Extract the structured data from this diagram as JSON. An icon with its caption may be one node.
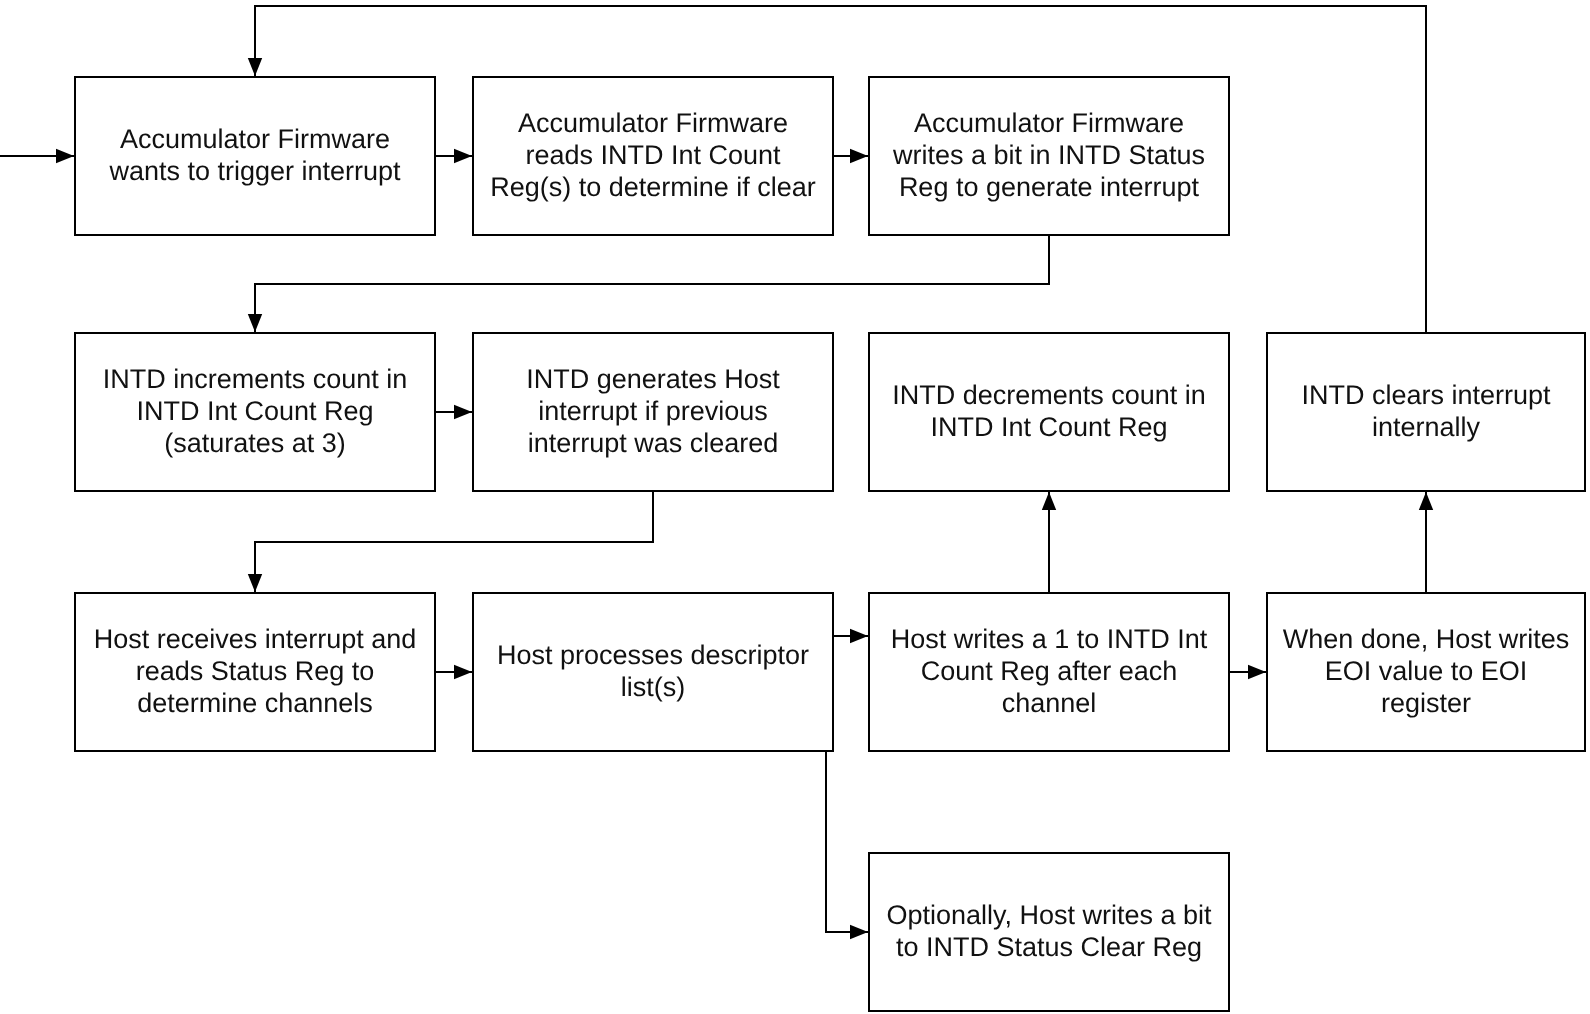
{
  "diagram": {
    "nodes": [
      {
        "text": [
          "Accumulator Firmware wants to trigger interrupt"
        ]
      },
      {
        "text": [
          "Accumulator Firmware reads INTD Int Count Reg(s) to determine if clear"
        ]
      },
      {
        "text": [
          "Accumulator Firmware writes a bit in INTD Status Reg to generate interrupt"
        ]
      },
      {
        "text": [
          "INTD increments count in INTD Int Count Reg (saturates at 3)"
        ]
      },
      {
        "text": [
          "INTD generates Host interrupt if previous interrupt was cleared"
        ]
      },
      {
        "text": [
          "INTD decrements count in INTD Int Count Reg"
        ]
      },
      {
        "text": [
          "INTD clears interrupt internally"
        ]
      },
      {
        "text": [
          "Host receives interrupt and reads Status Reg to determine channels"
        ]
      },
      {
        "text": [
          "Host processes descriptor list(s)"
        ]
      },
      {
        "text": [
          "Host writes a 1 to INTD Int Count Reg after each channel"
        ]
      },
      {
        "text": [
          "When done, Host writes EOI value to EOI register"
        ]
      },
      {
        "text": [
          "Optionally, Host writes a bit to INTD Status Clear Reg"
        ]
      }
    ],
    "edges": [
      {
        "from": null,
        "to": 0,
        "arrow": "to"
      },
      {
        "from": 0,
        "to": 1,
        "arrow": "to"
      },
      {
        "from": 1,
        "to": 2,
        "arrow": "to"
      },
      {
        "from": 2,
        "to": 3,
        "arrow": "to"
      },
      {
        "from": 3,
        "to": 4,
        "arrow": "to"
      },
      {
        "from": 4,
        "to": 7,
        "arrow": "to"
      },
      {
        "from": 7,
        "to": 8,
        "arrow": "to"
      },
      {
        "from": 8,
        "to": 9,
        "arrow": "to"
      },
      {
        "from": 8,
        "to": 11,
        "arrow": "to"
      },
      {
        "from": 9,
        "to": 5,
        "arrow": "to"
      },
      {
        "from": 9,
        "to": 10,
        "arrow": "to"
      },
      {
        "from": 10,
        "to": 6,
        "arrow": "to"
      },
      {
        "from": 6,
        "to": 0,
        "arrow": "to"
      }
    ]
  }
}
